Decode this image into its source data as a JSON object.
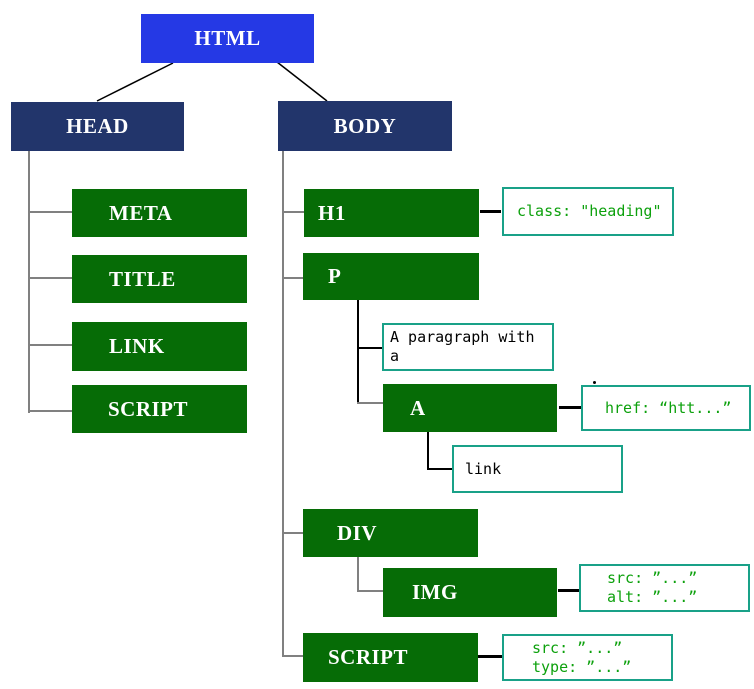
{
  "nodes": {
    "html": "HTML",
    "head": "HEAD",
    "body": "BODY",
    "meta": "META",
    "title": "TITLE",
    "link": "LINK",
    "script_head": "SCRIPT",
    "h1": "H1",
    "p": "P",
    "a": "A",
    "div": "DIV",
    "img": "IMG",
    "script_body": "SCRIPT"
  },
  "textboxes": {
    "paragraph": "A paragraph with a",
    "link": "link"
  },
  "notes": {
    "class_note": {
      "line1": "class: \"heading\""
    },
    "href_note": {
      "line1": "href: “htt...”"
    },
    "srcalt_note": {
      "line1": "src: ”...”",
      "line2": "alt: ”...”"
    },
    "script_note": {
      "line1": "src: ”...”",
      "line2": "type: ”...”"
    }
  },
  "colors": {
    "root_fill": "#2539E5",
    "section_fill": "#22356B",
    "element_fill": "#066C06",
    "note_border": "#19A188",
    "note_text_green": "#0DA10D",
    "connector_gray": "#808080",
    "connector_black": "#000000"
  }
}
